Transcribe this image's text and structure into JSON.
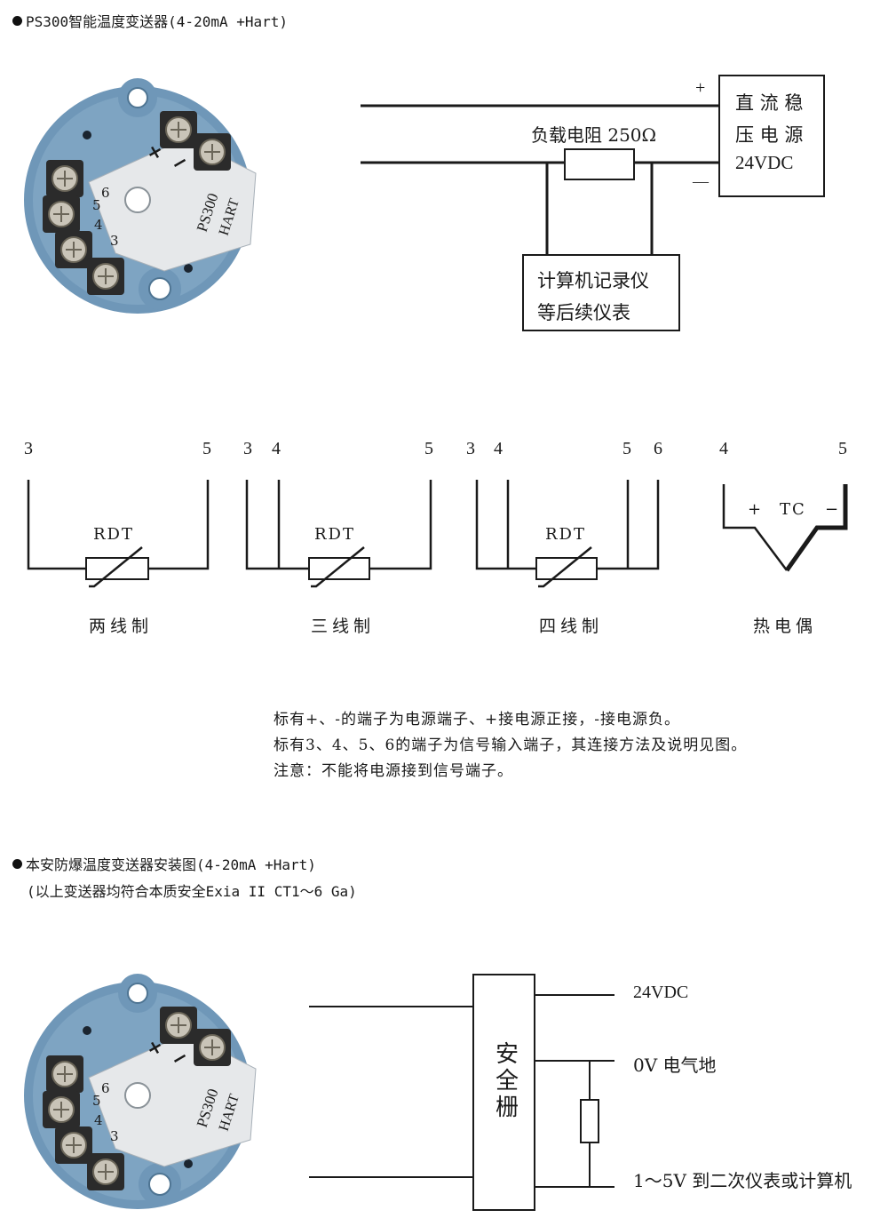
{
  "section1": {
    "heading": "PS300智能温度变送器(4-20mA +Hart)"
  },
  "transmitter": {
    "model": "PS300",
    "protocol": "HART",
    "plus": "+",
    "minus": "−",
    "t6": "6",
    "t5": "5",
    "t4": "4",
    "t3": "3",
    "colors": {
      "body": "#6f97b8",
      "plate": "#e6e8ea",
      "screw": "#c9c4b8"
    }
  },
  "circuit1": {
    "psu_line1": "直 流 稳",
    "psu_line2": "压 电 源",
    "psu_line3": "24VDC",
    "plus": "+",
    "minus": "—",
    "load": "负载电阻 250Ω",
    "rec_line1": "计算机记录仪",
    "rec_line2": "等后续仪表"
  },
  "wiring": {
    "d1": {
      "n1": "3",
      "n2": "5",
      "element": "RDT",
      "caption": "两线制"
    },
    "d2": {
      "n1": "3",
      "n2": "4",
      "n3": "5",
      "element": "RDT",
      "caption": "三线制"
    },
    "d3": {
      "n1": "3",
      "n2": "4",
      "n3": "5",
      "n4": "6",
      "element": "RDT",
      "caption": "四线制"
    },
    "d4": {
      "n1": "4",
      "n2": "5",
      "plus": "+",
      "element": "TC",
      "minus": "−",
      "caption": "热电偶"
    }
  },
  "notes": [
    "标有+、-的端子为电源端子、+接电源正接，-接电源负。",
    "标有3、4、5、6的端子为信号输入端子，其连接方法及说明见图。",
    "注意：不能将电源接到信号端子。"
  ],
  "section2": {
    "heading": "本安防爆温度变送器安装图(4-20mA +Hart)",
    "subheading": "(以上变送器均符合本质安全Exia II CT1～6 Ga)"
  },
  "circuit2": {
    "barrier_c1": "安",
    "barrier_c2": "全",
    "barrier_c3": "栅",
    "out1": "24VDC",
    "out2": "0V  电气地",
    "out3": "1～5V 到二次仪表或计算机"
  }
}
